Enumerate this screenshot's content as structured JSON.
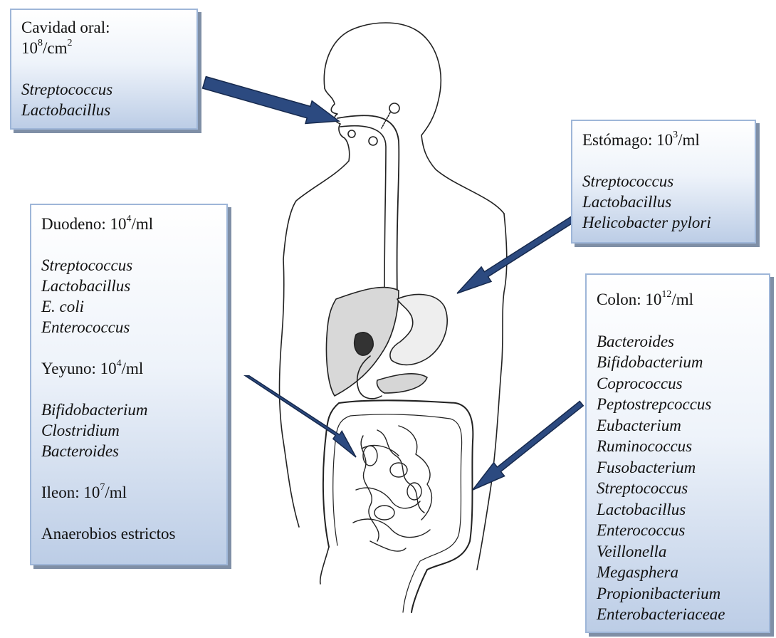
{
  "oral": {
    "title": "Cavidad oral:",
    "count_base": "10",
    "count_exp": "8",
    "count_unit": "/cm",
    "count_unit_exp": "2",
    "organisms": [
      "Streptococcus",
      "Lactobacillus"
    ]
  },
  "stomach": {
    "label": "Estómago: 10",
    "exp": "3",
    "unit": "/ml",
    "organisms": [
      "Streptococcus",
      "Lactobacillus",
      "Helicobacter pylori"
    ]
  },
  "duodenum": {
    "label": "Duodeno: 10",
    "exp": "4",
    "unit": "/ml",
    "organisms": [
      "Streptococcus",
      "Lactobacillus",
      "E. coli",
      "Enterococcus"
    ]
  },
  "jejunum": {
    "label": "Yeyuno: 10",
    "exp": "4",
    "unit": "/ml",
    "organisms": [
      "Bifidobacterium",
      "Clostridium",
      "Bacteroides"
    ]
  },
  "ileum": {
    "label": "Ileon: 10",
    "exp": "7",
    "unit": "/ml",
    "organisms": [
      "Anaerobios estrictos"
    ]
  },
  "colon": {
    "label": "Colon: 10",
    "exp": "12",
    "unit": "/ml",
    "organisms": [
      "Bacteroides",
      "Bifidobacterium",
      "Coprococcus",
      "Peptostrepcoccus",
      "Eubacterium",
      "Ruminococcus",
      "Fusobacterium",
      "Streptococcus",
      "Lactobacillus",
      "Enterococcus",
      "Veillonella",
      "Megasphera",
      "Propionibacterium",
      "Enterobacteriaceae"
    ]
  },
  "colors": {
    "arrow_fill": "#2c4a80",
    "arrow_stroke": "#16294d",
    "box_border": "#9eb6d8",
    "box_gradient_end": "#bccde6",
    "shadow": "#7f8fa6"
  }
}
